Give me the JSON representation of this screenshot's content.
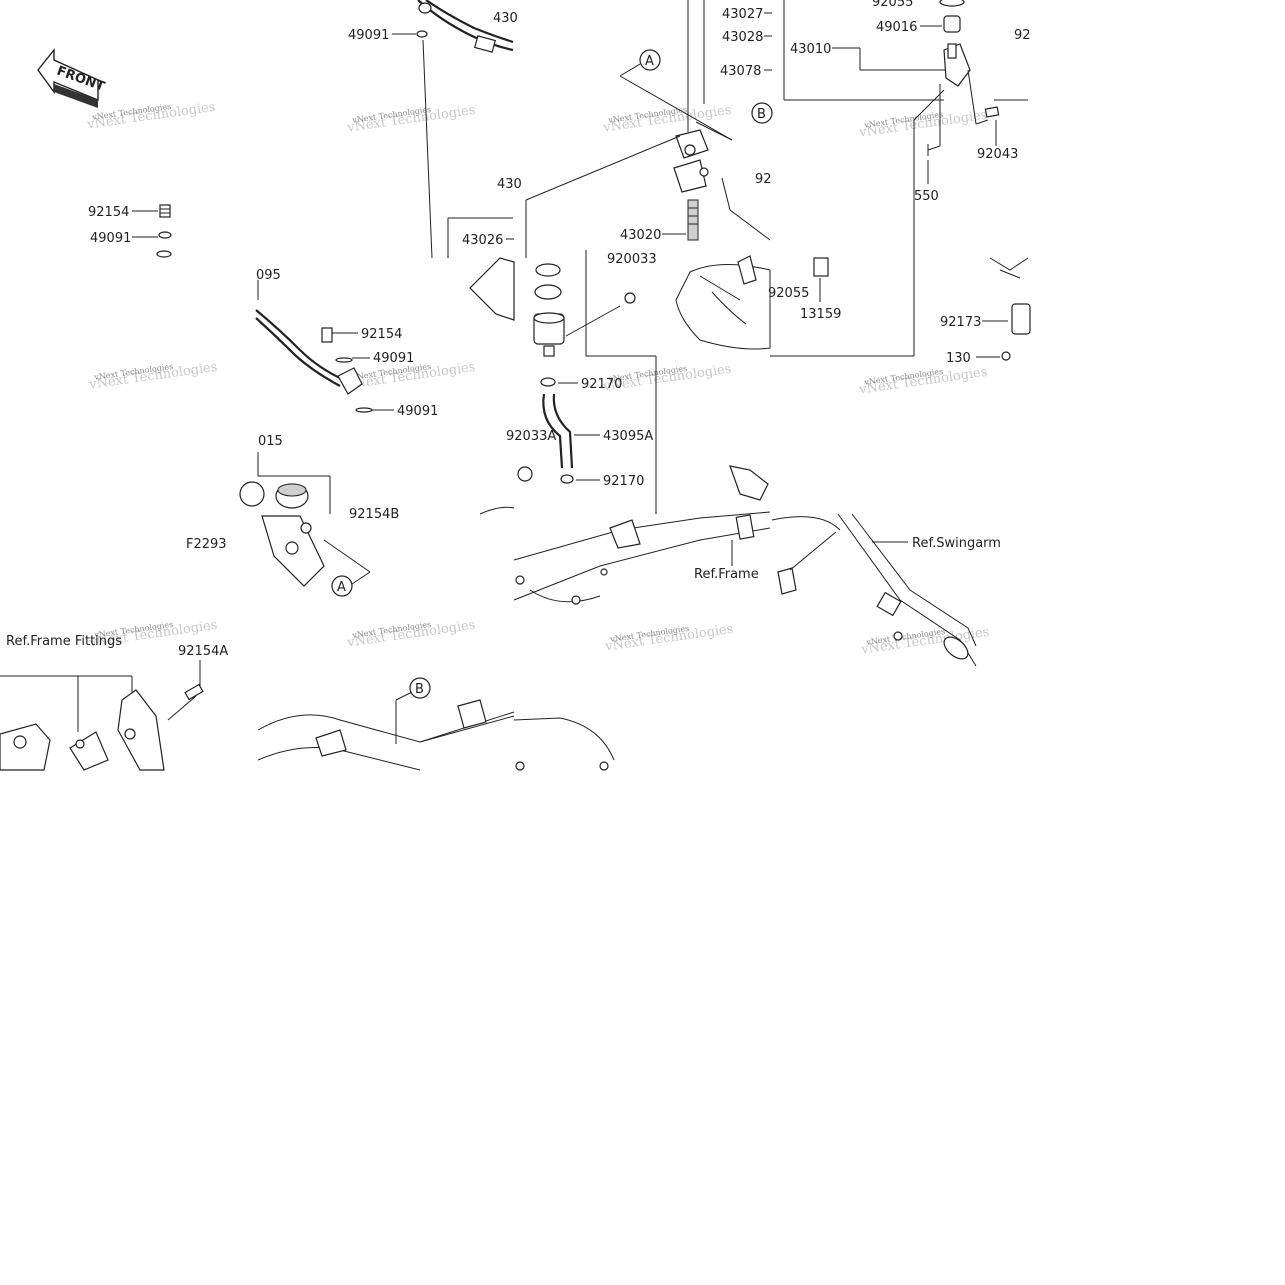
{
  "diagram_code": "F2293",
  "front_label": "FRONT",
  "callouts": {
    "A": "A",
    "B": "B"
  },
  "parts": {
    "p49091_top": "49091",
    "p430_top": "430",
    "p43027": "43027",
    "p43028": "43028",
    "p43078": "43078",
    "p92055_top": "92055",
    "p49016": "49016",
    "p43010": "43010",
    "p92_right": "92",
    "p92043": "92043",
    "p550": "550",
    "p43_mid": "430",
    "p92_mid": "92",
    "p92154_left": "92154",
    "p49091_left": "49091",
    "p43026": "43026",
    "p43020": "43020",
    "p92033": "920033",
    "p92055_mid": "92055",
    "p13159": "13159",
    "p095": "095",
    "p92154_mid": "92154",
    "p49091_mid1": "49091",
    "p49091_mid2": "49091",
    "p92170_top": "92170",
    "p92173": "92173",
    "p130": "130",
    "p92033A": "92033A",
    "p43095A": "43095A",
    "p92170_bot": "92170",
    "p015": "015",
    "p92154B": "92154B",
    "p92154A": "92154A"
  },
  "refs": {
    "swingarm": "Ref.Swingarm",
    "frame": "Ref.Frame",
    "frame_fittings": "Ref.Frame Fittings"
  },
  "watermark": {
    "line1": "vNext Technologies",
    "line2": "vNext Technologies"
  }
}
